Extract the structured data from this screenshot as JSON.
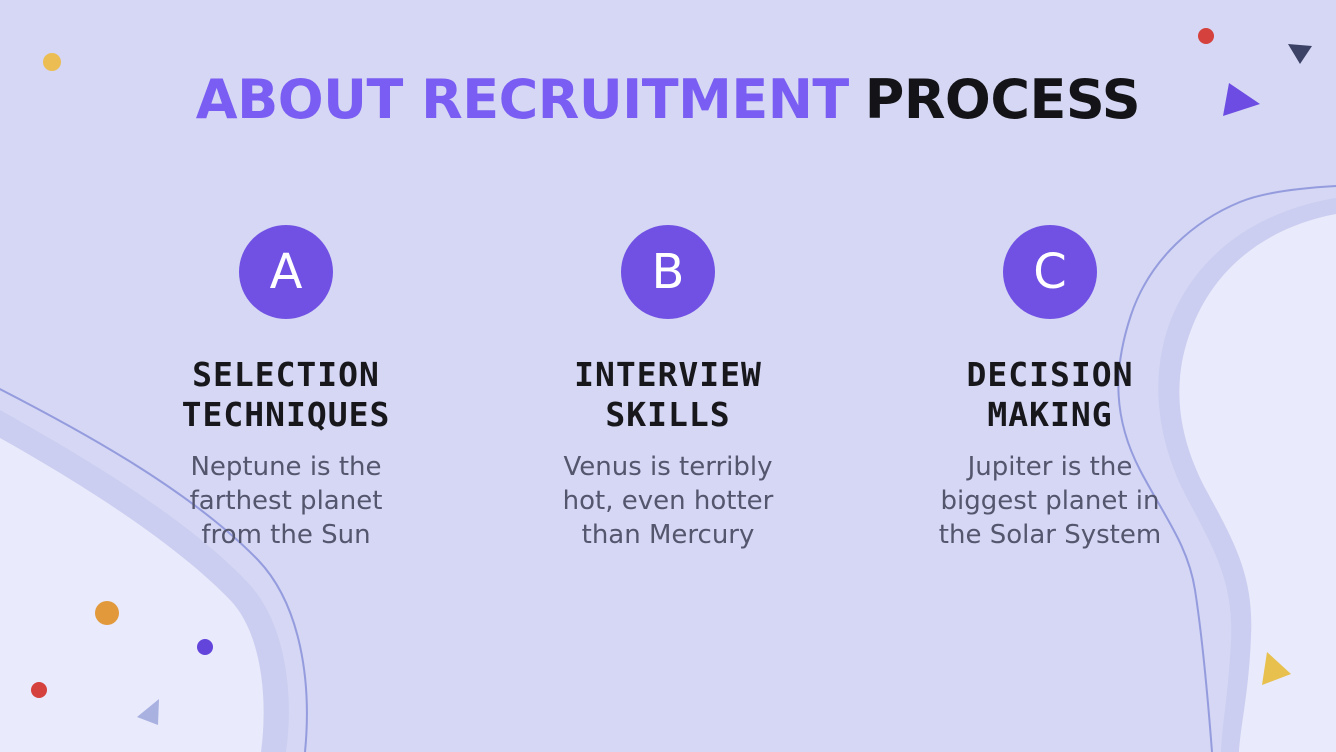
{
  "slide": {
    "title": {
      "highlight": "ABOUT RECRUITMENT",
      "rest": "PROCESS"
    },
    "columns": [
      {
        "badge": "A",
        "heading": "SELECTION TECHNIQUES",
        "heading_lines": [
          "SELECTION",
          "TECHNIQUES"
        ],
        "body": "Neptune is the farthest planet from the Sun",
        "body_lines": [
          "Neptune is the",
          "farthest planet",
          "from the Sun"
        ]
      },
      {
        "badge": "B",
        "heading": "INTERVIEW SKILLS",
        "heading_lines": [
          "INTERVIEW",
          "SKILLS"
        ],
        "body": "Venus is terribly hot, even hotter than Mercury",
        "body_lines": [
          "Venus is terribly",
          "hot, even hotter",
          "than Mercury"
        ]
      },
      {
        "badge": "C",
        "heading": "DECISION MAKING",
        "heading_lines": [
          "DECISION",
          "MAKING"
        ],
        "body": "Jupiter is the biggest planet in the Solar System",
        "body_lines": [
          "Jupiter is the",
          "biggest planet in",
          "the Solar System"
        ]
      }
    ]
  },
  "colors": {
    "background": "#d5d7f4",
    "title_accent": "#7a5df2",
    "title_dark": "#141418",
    "badge_purple": "#7051e4",
    "badge_letter": "#ffffff",
    "heading_text": "#17171c",
    "body_text": "#54566e",
    "blob_inner": "#e9eafb",
    "blob_band": "#cbcef0",
    "blob_line": "#959cde"
  },
  "decorations": [
    {
      "name": "yellow-dot-top-left",
      "shape": "circle",
      "color": "#ecbd52"
    },
    {
      "name": "red-dot-top-right",
      "shape": "circle",
      "color": "#d5413c"
    },
    {
      "name": "navy-triangle-top-right",
      "shape": "triangle",
      "color": "#3c4166"
    },
    {
      "name": "purple-triangle-top-right",
      "shape": "triangle",
      "color": "#6c4ce2"
    },
    {
      "name": "orange-dot-bottom-left",
      "shape": "circle",
      "color": "#e1993c"
    },
    {
      "name": "purple-dot-bottom-left",
      "shape": "circle",
      "color": "#6345dc"
    },
    {
      "name": "red-dot-bottom-left",
      "shape": "circle",
      "color": "#d5413c"
    },
    {
      "name": "periwinkle-triangle-bottom-left",
      "shape": "triangle",
      "color": "#a9b1e0"
    },
    {
      "name": "yellow-triangle-bottom-right",
      "shape": "triangle",
      "color": "#e8c04d"
    }
  ]
}
